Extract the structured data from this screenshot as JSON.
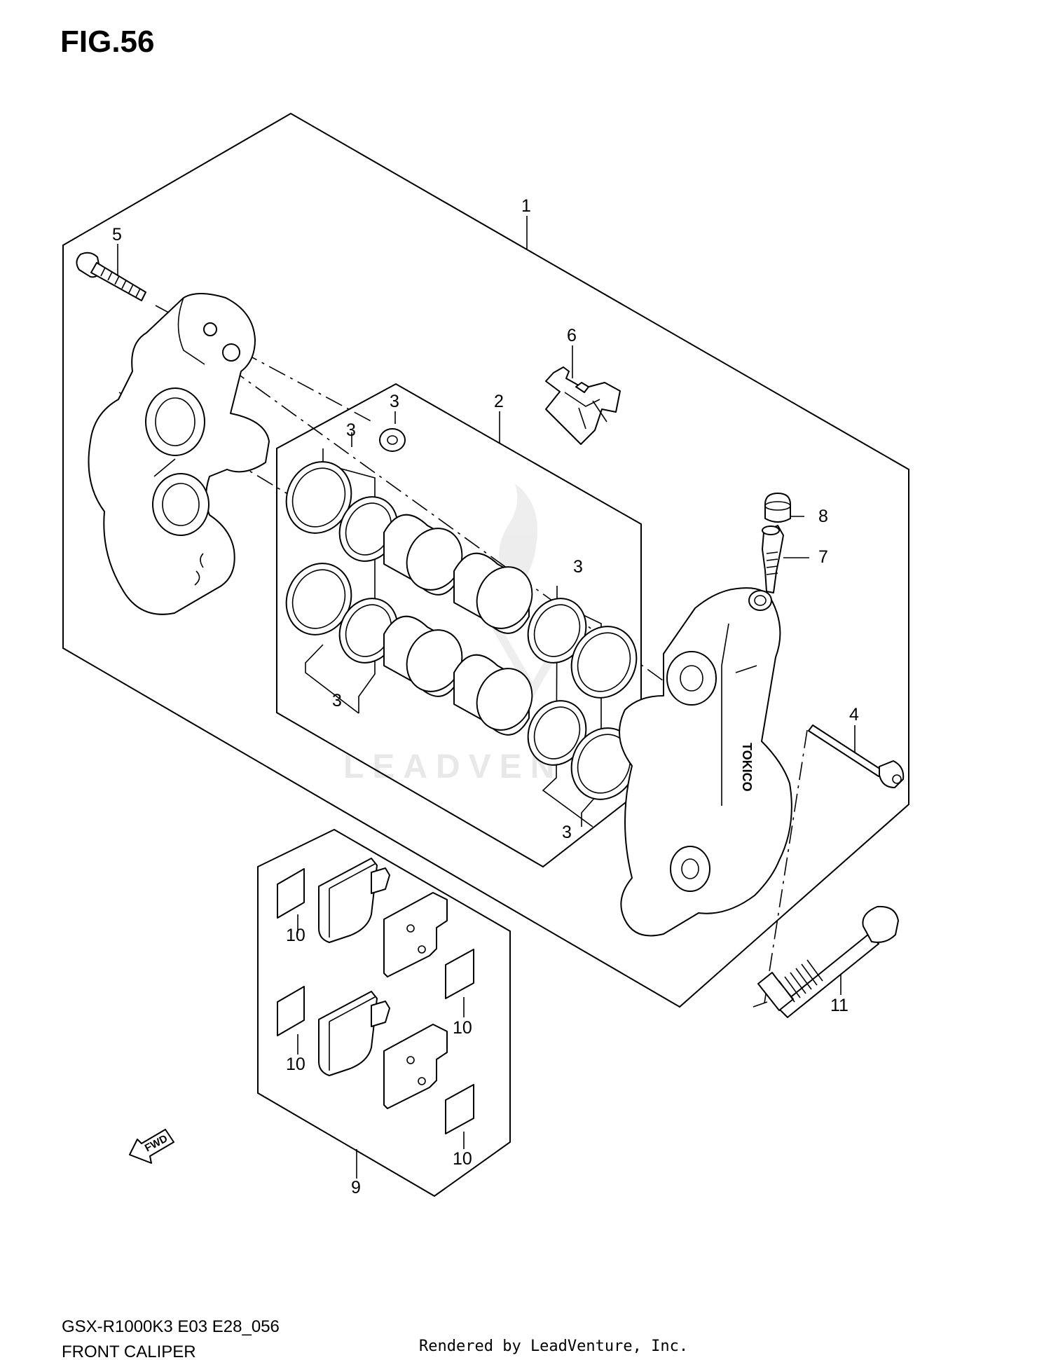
{
  "figure": {
    "title": "FIG.56",
    "model_code": "GSX-R1000K3 E03 E28_056",
    "assembly_name": "FRONT CALIPER",
    "credit": "Rendered by LeadVenture, Inc.",
    "watermark": "LEADVENTURE",
    "caliper_brand": "TOKICO",
    "forward_arrow_label": "FWD"
  },
  "callouts": {
    "c1": "1",
    "c2": "2",
    "c3a": "3",
    "c3b": "3",
    "c3c": "3",
    "c3d": "3",
    "c3e": "3",
    "c4": "4",
    "c5": "5",
    "c6": "6",
    "c7": "7",
    "c8": "8",
    "c9": "9",
    "c10a": "10",
    "c10b": "10",
    "c10c": "10",
    "c10d": "10",
    "c11": "11"
  }
}
